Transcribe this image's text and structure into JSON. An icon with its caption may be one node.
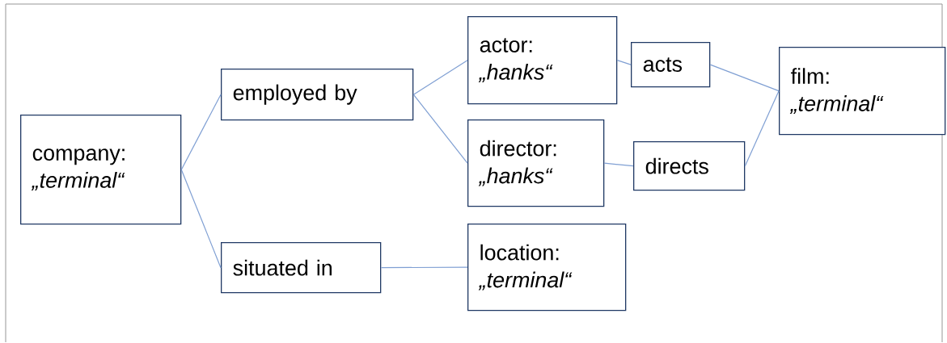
{
  "diagram": {
    "nodes": [
      {
        "text": [
          "company: *„terminal“*"
        ]
      },
      {
        "text": [
          "employed by"
        ]
      },
      {
        "text": [
          "situated in"
        ]
      },
      {
        "text": [
          "actor: *„hanks“*"
        ]
      },
      {
        "text": [
          "director: *„hanks“*"
        ]
      },
      {
        "text": [
          "location: *„terminal“*"
        ]
      },
      {
        "text": [
          "acts"
        ]
      },
      {
        "text": [
          "directs"
        ]
      },
      {
        "text": [
          "film: *„terminal“*"
        ]
      }
    ],
    "edges": [
      {
        "from": 0,
        "to": 1,
        "arrow": "none"
      },
      {
        "from": 0,
        "to": 2,
        "arrow": "none"
      },
      {
        "from": 1,
        "to": 3,
        "arrow": "none"
      },
      {
        "from": 1,
        "to": 4,
        "arrow": "none"
      },
      {
        "from": 2,
        "to": 5,
        "arrow": "none"
      },
      {
        "from": 3,
        "to": 6,
        "arrow": "none"
      },
      {
        "from": 4,
        "to": 7,
        "arrow": "none"
      },
      {
        "from": 6,
        "to": 8,
        "arrow": "none"
      },
      {
        "from": 7,
        "to": 8,
        "arrow": "none"
      }
    ]
  }
}
